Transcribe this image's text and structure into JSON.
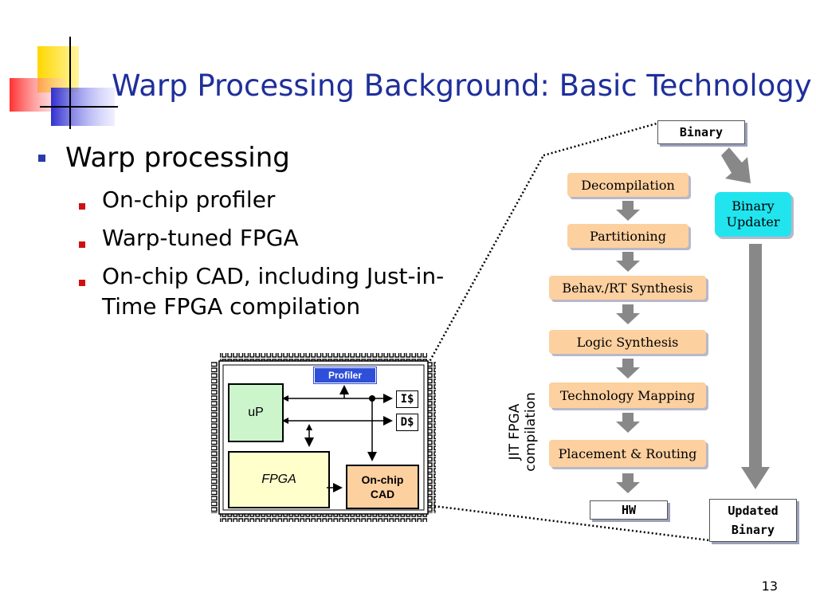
{
  "slide": {
    "title": "Warp Processing Background: Basic Technology",
    "page_number": "13"
  },
  "bullets": {
    "main": "Warp processing",
    "sub": [
      "On-chip profiler",
      "Warp-tuned FPGA",
      "On-chip CAD, including Just-in-Time FPGA compilation"
    ],
    "sub3_line1": "On-chip CAD, including Just-in-",
    "sub3_line2": "Time FPGA compilation"
  },
  "chip": {
    "profiler": "Profiler",
    "up": "uP",
    "icache": "I$",
    "dcache": "D$",
    "fpga": "FPGA",
    "cad_line1": "On-chip",
    "cad_line2": "CAD"
  },
  "flow": {
    "input": "Binary",
    "stages": [
      "Decompilation",
      "Partitioning",
      "Behav./RT Synthesis",
      "Logic Synthesis",
      "Technology Mapping",
      "Placement & Routing"
    ],
    "output": "HW",
    "updater_line1": "Binary",
    "updater_line2": "Updater",
    "updated_line1": "Updated",
    "updated_line2": "Binary",
    "jit_line1": "JIT FPGA",
    "jit_line2": "compilation"
  },
  "colors": {
    "title": "#1f2f9a",
    "stage_fill": "#fdd0a0",
    "updater_fill": "#22e4ee",
    "up_fill": "#ccf5cc",
    "fpga_fill": "#ffffcc",
    "cad_fill": "#fdd0a0",
    "profiler_fill": "#2f4fd8",
    "arrow_gray": "#888888"
  }
}
